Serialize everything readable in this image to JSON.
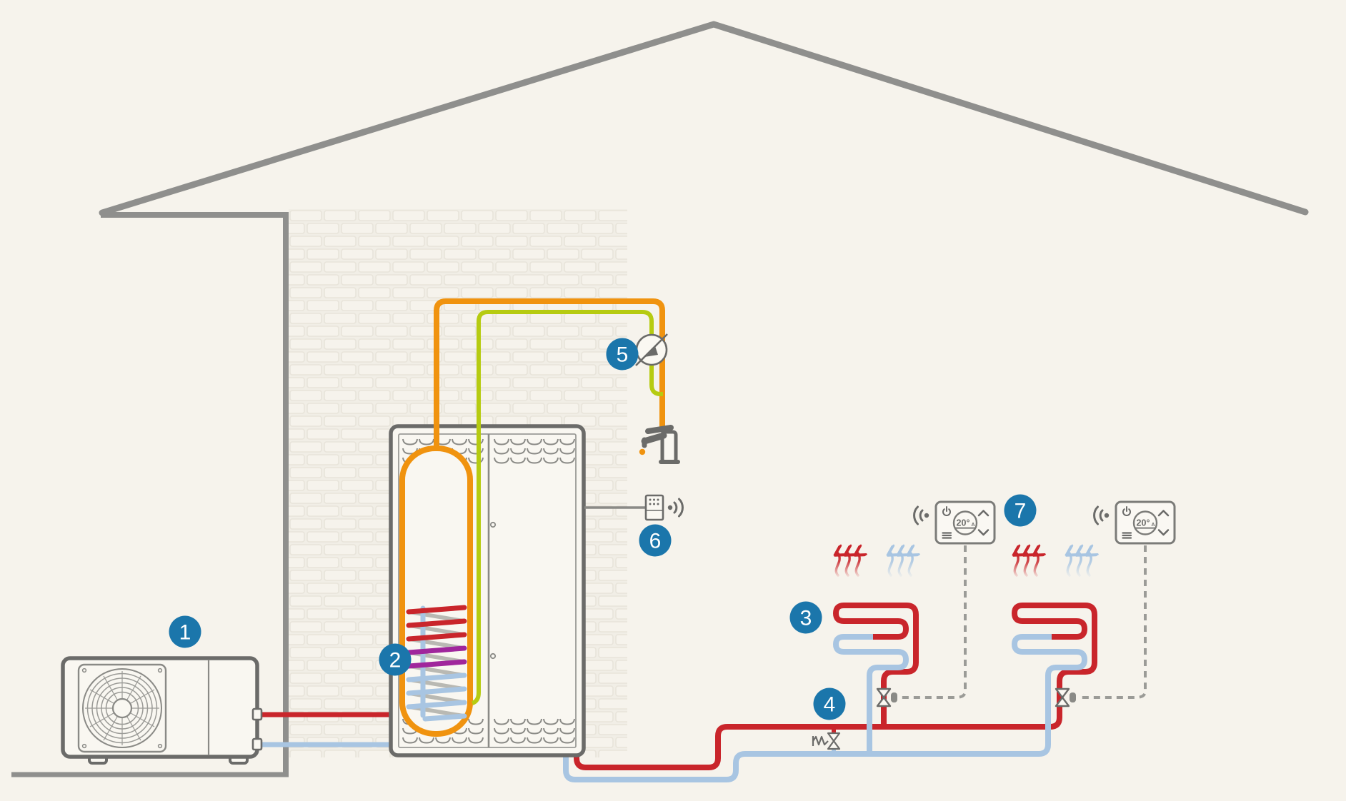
{
  "badges": [
    {
      "label": "1"
    },
    {
      "label": "2"
    },
    {
      "label": "3"
    },
    {
      "label": "4"
    },
    {
      "label": "5"
    },
    {
      "label": "6"
    },
    {
      "label": "7"
    }
  ],
  "thermostats": [
    {
      "temp": "20°",
      "mode": "A"
    },
    {
      "temp": "20°",
      "mode": "A"
    }
  ],
  "colors": {
    "background": "#f6f3ec",
    "badge_blue": "#1b76ab",
    "pipe_hot_red": "#c9252b",
    "pipe_cold_blue": "#a8c5e2",
    "pipe_dhw_orange": "#f0930f",
    "pipe_water_green": "#b6cb11",
    "coil_purple": "#a0269c",
    "structure_gray": "#8f8f8d",
    "outline_dark_gray": "#6b6b69"
  },
  "icons": [
    "fan-icon",
    "tank-icon",
    "coil-icon",
    "faucet-icon",
    "water-drop-icon",
    "circulation-pump-crossed-icon",
    "gateway-icon",
    "wifi-signal-icon",
    "thermostat-icon",
    "power-icon",
    "menu-icon",
    "chevron-up-icon",
    "chevron-down-icon",
    "zone-valve-icon",
    "bypass-valve-icon",
    "heat-arrows-icon",
    "cool-arrows-icon",
    "house-roof",
    "brick-wall"
  ]
}
